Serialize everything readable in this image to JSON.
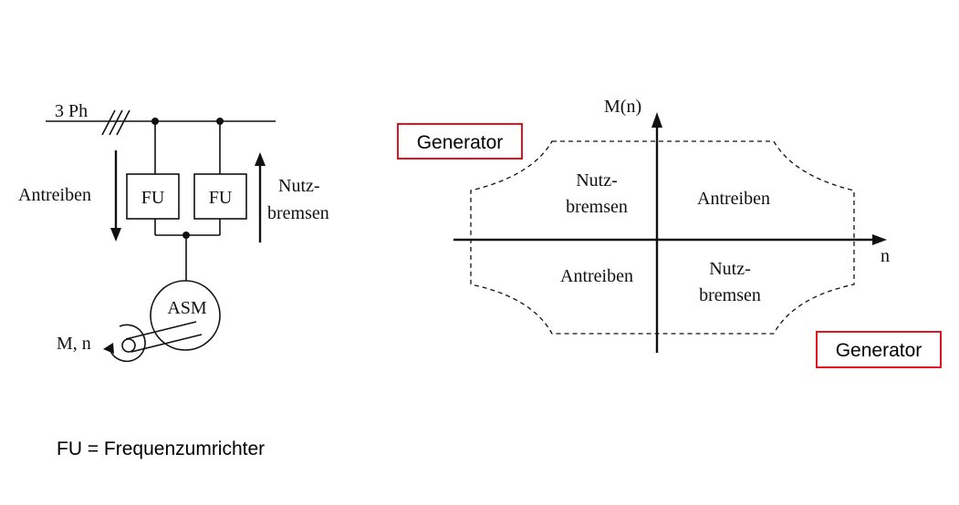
{
  "circuit": {
    "supply_label": "3 Ph",
    "converter_left_label": "FU",
    "converter_right_label": "FU",
    "motor_label": "ASM",
    "mn_label": "M, n",
    "drive_label": "Antreiben",
    "regen_label_line1": "Nutz-",
    "regen_label_line2": "bremsen"
  },
  "quadrant": {
    "y_axis_label": "M(n)",
    "x_axis_label": "n",
    "q1_label": "Antreiben",
    "q2_label_line1": "Nutz-",
    "q2_label_line2": "bremsen",
    "q3_label": "Antreiben",
    "q4_label_line1": "Nutz-",
    "q4_label_line2": "bremsen",
    "generator_top_label": "Generator",
    "generator_bottom_label": "Generator"
  },
  "footnote": "FU = Frequenzumrichter"
}
